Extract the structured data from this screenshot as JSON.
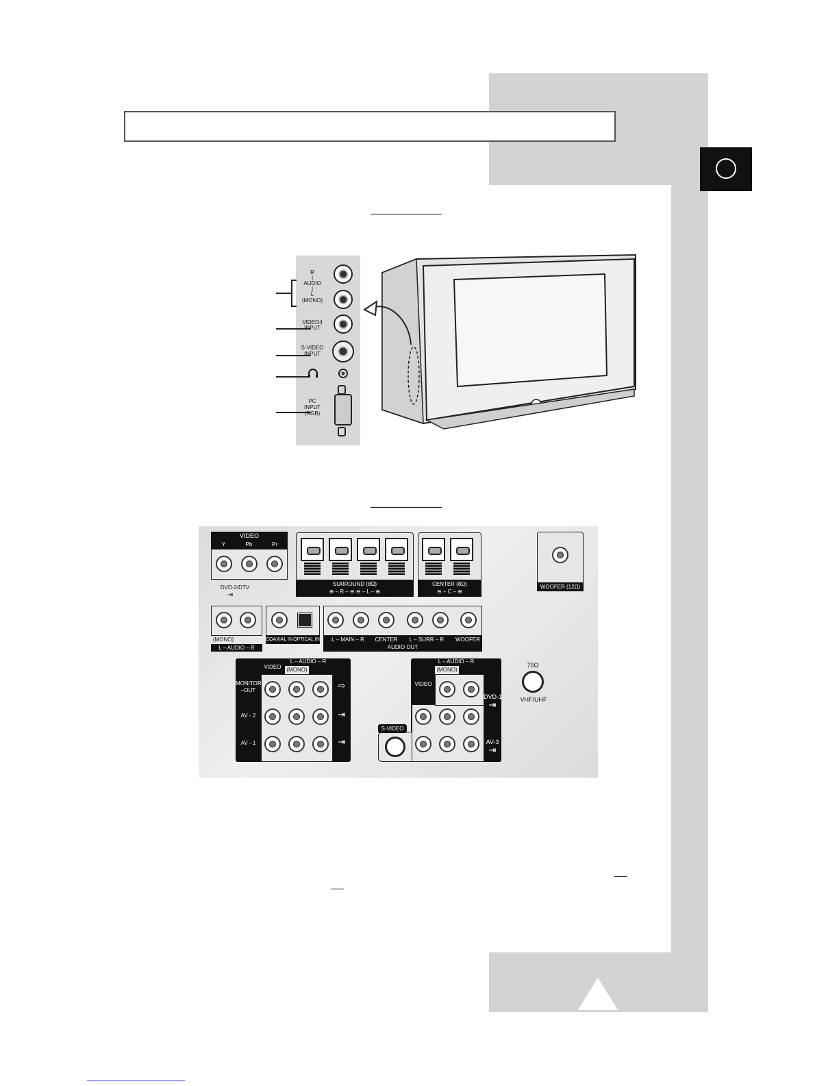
{
  "side_panel": {
    "audio_r": "R",
    "audio_label": "AUDIO",
    "audio_l": "L",
    "audio_mono": "(MONO)",
    "video4_line1": "VIDEO4",
    "video4_line2": "INPUT",
    "svideo_line1": "S-VIDEO",
    "svideo_line2": "INPUT",
    "headphone_icon": "headphone-icon",
    "pc_line1": "PC",
    "pc_line2": "INPUT",
    "pc_line3": "(RGB)"
  },
  "rear_panel": {
    "video": "VIDEO",
    "y": "Y",
    "pb": "Pb",
    "pr": "Pr",
    "dvd2": "DVD-2/DTV",
    "mono": "(MONO)",
    "audio_lr": "L – AUDIO – R",
    "surround": "SURROUND (8Ω)",
    "surround_sign": "⊕ – R – ⊖     ⊖ – L – ⊕",
    "center": "CENTER (8Ω)",
    "center_sign": "⊖ – C – ⊕",
    "woofer": "WOOFER (12Ω)",
    "coaxial_in": "COAXIAL IN",
    "optical_in": "OPTICAL IN",
    "main_lr": "L – MAIN – R",
    "center_out": "CENTER",
    "surr_lr": "L – SURR – R",
    "woofer_out": "WOOFER",
    "audio_out": "AUDIO OUT",
    "video_col": "VIDEO",
    "audio_lr2": "L – AUDIO – R",
    "mono2": "(MONO)",
    "monitor_out": "MONITOR\n–OUT",
    "av2": "AV - 2",
    "av1": "AV - 1",
    "svideo": "S-VIDEO",
    "video_right": "VIDEO",
    "audio_lr3": "L – AUDIO – R",
    "mono3": "(MONO)",
    "dvd1": "DVD-1",
    "av3": "AV-3",
    "ohm75": "75Ω",
    "vhf_uhf": "VHF/UHF"
  }
}
